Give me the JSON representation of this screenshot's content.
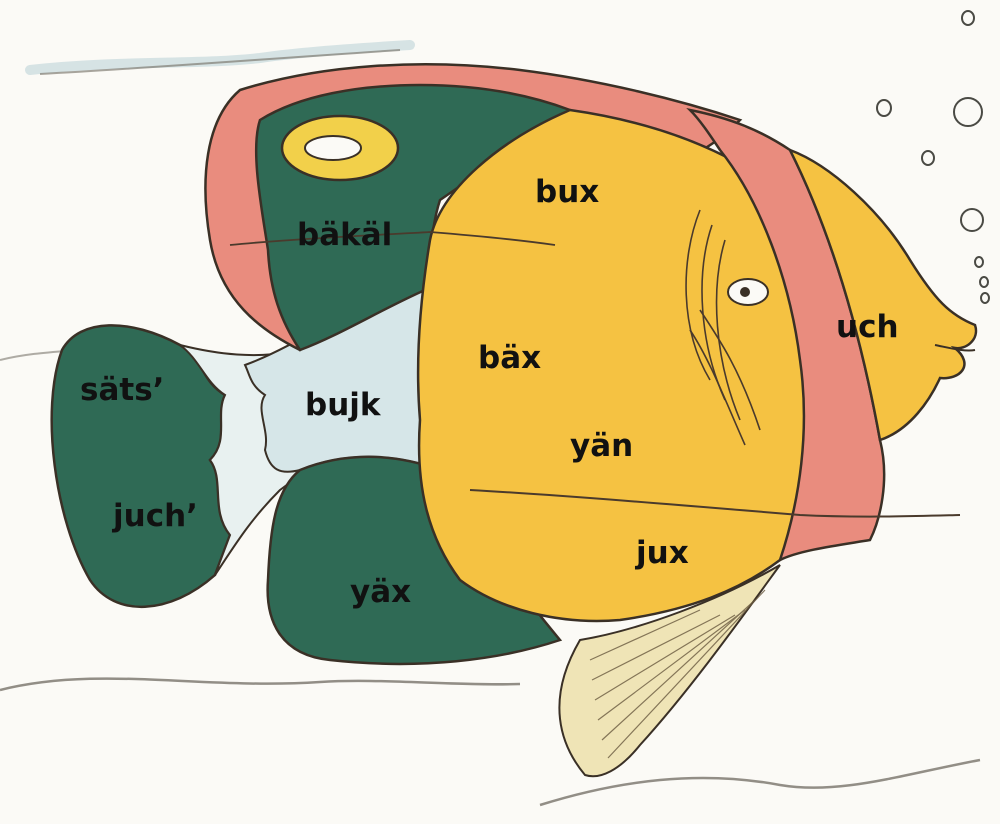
{
  "colors": {
    "background": "#fbfaf6",
    "teal": "#2f6a55",
    "coral": "#e98c7e",
    "yellow": "#f5c242",
    "pale_blue": "#d6e6e8",
    "outline": "#4a3a2c",
    "label": "#111111"
  },
  "labels": {
    "bux": "bux",
    "bakal": "bäkäl",
    "bax": "bäx",
    "uch": "uch",
    "sats": "säts’",
    "bujk": "bujk",
    "yan": "yän",
    "juch": "juch’",
    "jux": "jux",
    "yax": "yäx"
  }
}
